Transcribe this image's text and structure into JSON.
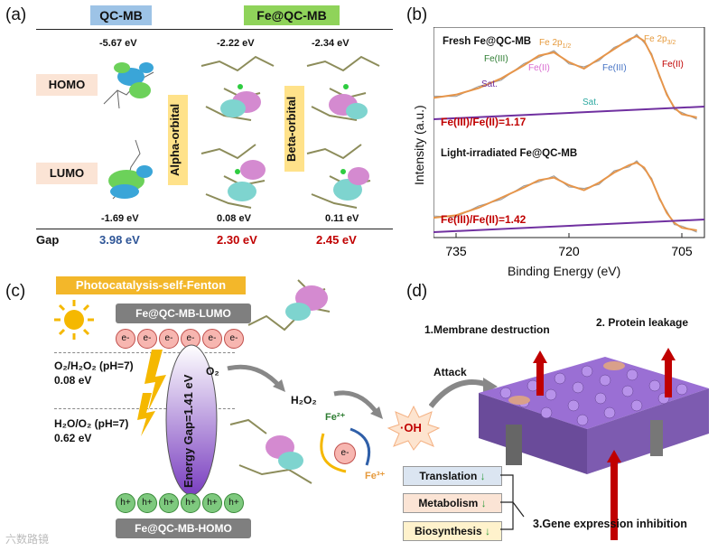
{
  "panel_a": {
    "tag": "(a)",
    "header_qc": "QC-MB",
    "header_fe": "Fe@QC-MB",
    "homo_label": "HOMO",
    "lumo_label": "LUMO",
    "alpha_label": "Alpha-orbital",
    "beta_label": "Beta-orbital",
    "gap_label": "Gap",
    "qc_homo": "-5.67 eV",
    "qc_lumo": "-1.69 eV",
    "qc_gap": "3.98 eV",
    "alpha_homo": "-2.22 eV",
    "alpha_lumo": "0.08 eV",
    "alpha_gap": "2.30 eV",
    "beta_homo": "-2.34 eV",
    "beta_lumo": "0.11 eV",
    "beta_gap": "2.45 eV"
  },
  "panel_b": {
    "tag": "(b)",
    "fresh_title": "Fresh Fe@QC-MB",
    "light_title": "Light-irradiated  Fe@QC-MB",
    "fe2p12": "Fe 2p",
    "fe2p12_sub": "1/2",
    "fe2p32": "Fe 2p",
    "fe2p32_sub": "3/2",
    "fe3_a": "Fe(III)",
    "fe2_a": "Fe(II)",
    "fe3_b": "Fe(III)",
    "fe2_b": "Fe(II)",
    "sat_a": "Sat.",
    "sat_b": "Sat.",
    "ratio_fresh": "Fe(III)/Fe(II)=1.17",
    "ratio_light": "Fe(III)/Fe(II)=1.42",
    "ylabel": "Intensity (a.u.)",
    "xlabel": "Binding Energy (eV)"
  },
  "chart_data": {
    "type": "line",
    "xlabel": "Binding Energy (eV)",
    "ylabel": "Intensity (a.u.)",
    "x_ticks": [
      "735",
      "720",
      "705"
    ],
    "xlim": [
      738,
      702
    ],
    "x_reversed": true,
    "series": [
      {
        "name": "Fresh Fe@QC-MB",
        "x": [
          738,
          735,
          732,
          729,
          726,
          724,
          722,
          720,
          718,
          716,
          714,
          712,
          711,
          710,
          709,
          708,
          707,
          706,
          705,
          703
        ],
        "y": [
          0.62,
          0.64,
          0.68,
          0.74,
          0.82,
          0.88,
          0.9,
          0.84,
          0.8,
          0.86,
          0.92,
          0.98,
          1.0,
          0.97,
          0.88,
          0.76,
          0.64,
          0.56,
          0.52,
          0.5
        ]
      },
      {
        "name": "Light-irradiated Fe@QC-MB",
        "x": [
          738,
          735,
          732,
          729,
          726,
          724,
          722,
          720,
          718,
          716,
          714,
          712,
          711,
          710,
          709,
          708,
          707,
          706,
          705,
          703
        ],
        "y": [
          0.1,
          0.11,
          0.14,
          0.18,
          0.22,
          0.25,
          0.26,
          0.23,
          0.21,
          0.24,
          0.28,
          0.31,
          0.32,
          0.3,
          0.25,
          0.18,
          0.12,
          0.08,
          0.06,
          0.05
        ]
      }
    ]
  },
  "panel_c": {
    "tag": "(c)",
    "banner": "Photocatalysis-self-Fenton",
    "lumo_box": "Fe@QC-MB-LUMO",
    "homo_box": "Fe@QC-MB-HOMO",
    "electron": "e-",
    "hole": "h+",
    "o2_h2o2": "O₂/H₂O₂ (pH=7)",
    "o2_h2o2_v": "0.08 eV",
    "h2o_o2": "H₂O/O₂ (pH=7)",
    "h2o_o2_v": "0.62 eV",
    "gap_text": "Energy Gap=1.41 eV",
    "o2": "O₂",
    "h2o2": "H₂O₂",
    "fe2": "Fe²⁺",
    "fe3": "Fe³⁺",
    "e_cycle": "e-",
    "oh": "·OH"
  },
  "panel_d": {
    "tag": "(d)",
    "attack": "Attack",
    "membrane": "1.Membrane destruction",
    "protein": "2. Protein leakage",
    "translation": "Translation",
    "metabolism": "Metabolism",
    "biosynthesis": "Biosynthesis",
    "gene": "3.Gene expression inhibition"
  },
  "watermark": "六数路镜",
  "colors": {
    "green_hdr": "#8fd35a",
    "blue_hdr": "#9dc3e6",
    "red": "#c00000",
    "blue_val": "#2e5597",
    "purple": "#8a5cc7"
  }
}
